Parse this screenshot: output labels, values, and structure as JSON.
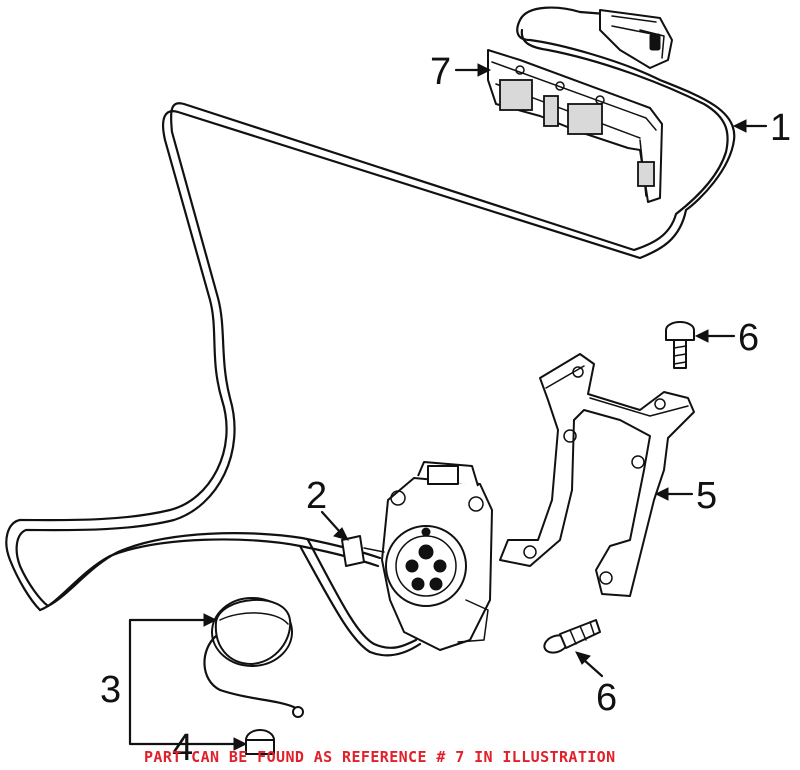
{
  "diagram": {
    "callouts": [
      {
        "id": "1",
        "label": "1"
      },
      {
        "id": "2",
        "label": "2"
      },
      {
        "id": "3",
        "label": "3"
      },
      {
        "id": "4",
        "label": "4"
      },
      {
        "id": "5",
        "label": "5"
      },
      {
        "id": "6a",
        "label": "6"
      },
      {
        "id": "6b",
        "label": "6"
      },
      {
        "id": "7",
        "label": "7"
      }
    ],
    "note": "PART CAN BE FOUND AS REFERENCE # 7 IN ILLUSTRATION",
    "colors": {
      "ink": "#111111",
      "note": "#e0202a",
      "background": "#ffffff"
    }
  }
}
